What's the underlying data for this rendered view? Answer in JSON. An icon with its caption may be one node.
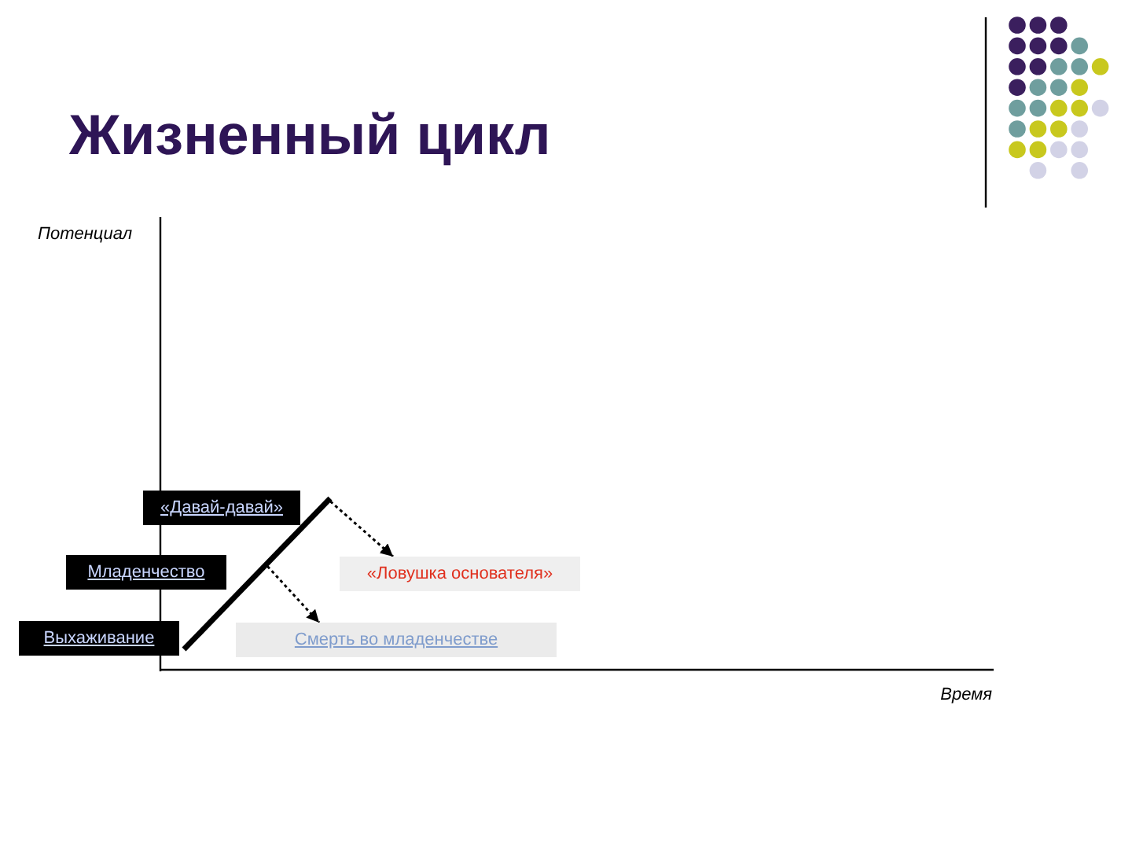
{
  "diagram": {
    "title": "Жизненный цикл",
    "nodes": [
      {
        "text": [
          "«Давай-давай»"
        ]
      },
      {
        "text": [
          "Младенчество"
        ]
      },
      {
        "text": [
          "Выхаживание"
        ]
      },
      {
        "text": [
          "«Ловушка основателя»"
        ]
      },
      {
        "text": [
          "Смерть во младенчестве"
        ]
      },
      {
        "text": [],
        "shape": "line"
      }
    ],
    "edges": [
      {
        "from": 5,
        "to": 3,
        "arrow": "to",
        "style": "dashed"
      },
      {
        "from": 5,
        "to": 4,
        "arrow": "to",
        "style": "dashed"
      }
    ],
    "labels": [
      "Потенциал",
      "Время"
    ]
  }
}
